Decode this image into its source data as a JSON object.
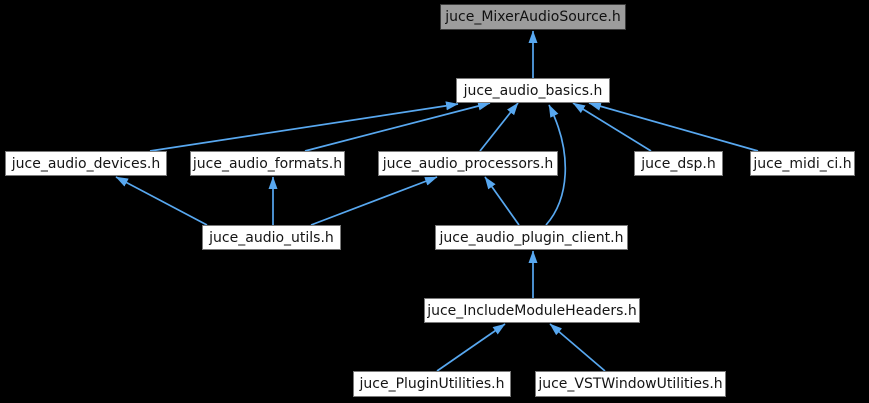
{
  "graph": {
    "type": "include-dependency-graph",
    "nodes": [
      {
        "id": "mixer",
        "label": "juce_MixerAudioSource.h",
        "focus": true
      },
      {
        "id": "basics",
        "label": "juce_audio_basics.h"
      },
      {
        "id": "devices",
        "label": "juce_audio_devices.h"
      },
      {
        "id": "formats",
        "label": "juce_audio_formats.h"
      },
      {
        "id": "processors",
        "label": "juce_audio_processors.h"
      },
      {
        "id": "dsp",
        "label": "juce_dsp.h"
      },
      {
        "id": "midi_ci",
        "label": "juce_midi_ci.h"
      },
      {
        "id": "utils",
        "label": "juce_audio_utils.h"
      },
      {
        "id": "plugin_client",
        "label": "juce_audio_plugin_client.h"
      },
      {
        "id": "include_headers",
        "label": "juce_IncludeModuleHeaders.h"
      },
      {
        "id": "plugin_utilities",
        "label": "juce_PluginUtilities.h"
      },
      {
        "id": "vst_window_utils",
        "label": "juce_VSTWindowUtilities.h"
      }
    ],
    "edges": [
      {
        "from": "basics",
        "to": "mixer"
      },
      {
        "from": "devices",
        "to": "basics"
      },
      {
        "from": "formats",
        "to": "basics"
      },
      {
        "from": "processors",
        "to": "basics"
      },
      {
        "from": "dsp",
        "to": "basics"
      },
      {
        "from": "midi_ci",
        "to": "basics"
      },
      {
        "from": "plugin_client",
        "to": "basics"
      },
      {
        "from": "utils",
        "to": "devices"
      },
      {
        "from": "utils",
        "to": "formats"
      },
      {
        "from": "utils",
        "to": "processors"
      },
      {
        "from": "plugin_client",
        "to": "processors"
      },
      {
        "from": "include_headers",
        "to": "plugin_client"
      },
      {
        "from": "plugin_utilities",
        "to": "include_headers"
      },
      {
        "from": "vst_window_utils",
        "to": "include_headers"
      }
    ]
  },
  "colors": {
    "background": "#000000",
    "node_fill": "#ffffff",
    "node_border": "#7a7a7a",
    "node_text": "#141414",
    "focus_fill": "#9c9c9c",
    "focus_border": "#3c3c3c",
    "focus_text": "#111111",
    "edge": "#58a8f0"
  }
}
